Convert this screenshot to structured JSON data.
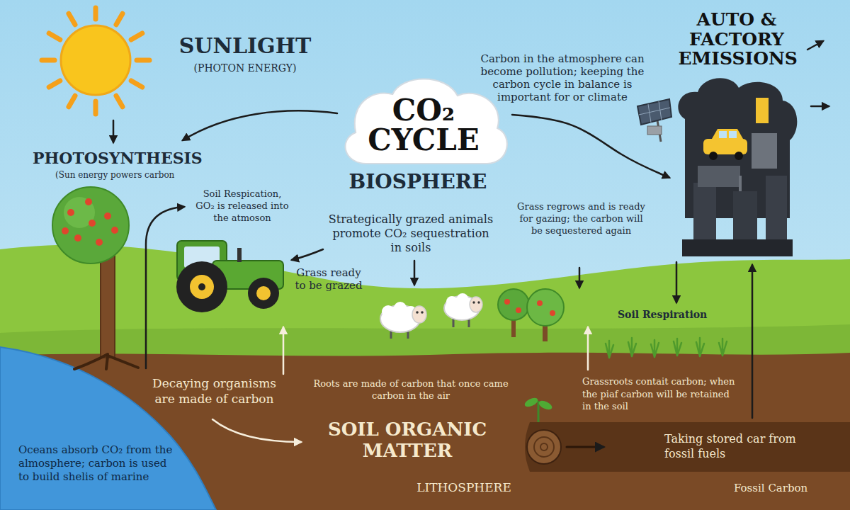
{
  "diagram": {
    "nodes": [
      {
        "text": [
          "CO₂ CYCLE"
        ]
      },
      {
        "text": [
          "AUTO & FACTORY EMISSIONS"
        ]
      }
    ],
    "edges": [
      {
        "from": 0,
        "to": 1,
        "arrow": "to"
      }
    ],
    "labels": [
      "SUNLIGHT",
      "(PHOTON ENERGY)",
      "Carbon in the atmosphere can become pollution; keeping the carbon cycle in balance is important for or climate",
      "PHOTOSYNTHESIS",
      "(Sun energy powers carbon",
      "BIOSPHERE",
      "Soil Respication, GO₂ is released into the atmoson",
      "Strategically grazed animals promote CO₂ sequestration in soils",
      "Grass regrows and is ready for gazing; the carbon will be sequestered again",
      "Grass ready to be grazed",
      "Soil Respiration",
      "Decaying organisms are made of carbon",
      "Roots are made of carbon that once came carbon in the air",
      "Grassroots contait carbon; when the piaf carbon will be retained in the soil",
      "SOIL ORGANIC MATTER",
      "Taking stored car from fossil fuels",
      "Oceans absorb CO₂ from the almosphere; carbon is used to build shelis of marine",
      "LITHOSPHERE",
      "Fossil Carbon"
    ]
  }
}
